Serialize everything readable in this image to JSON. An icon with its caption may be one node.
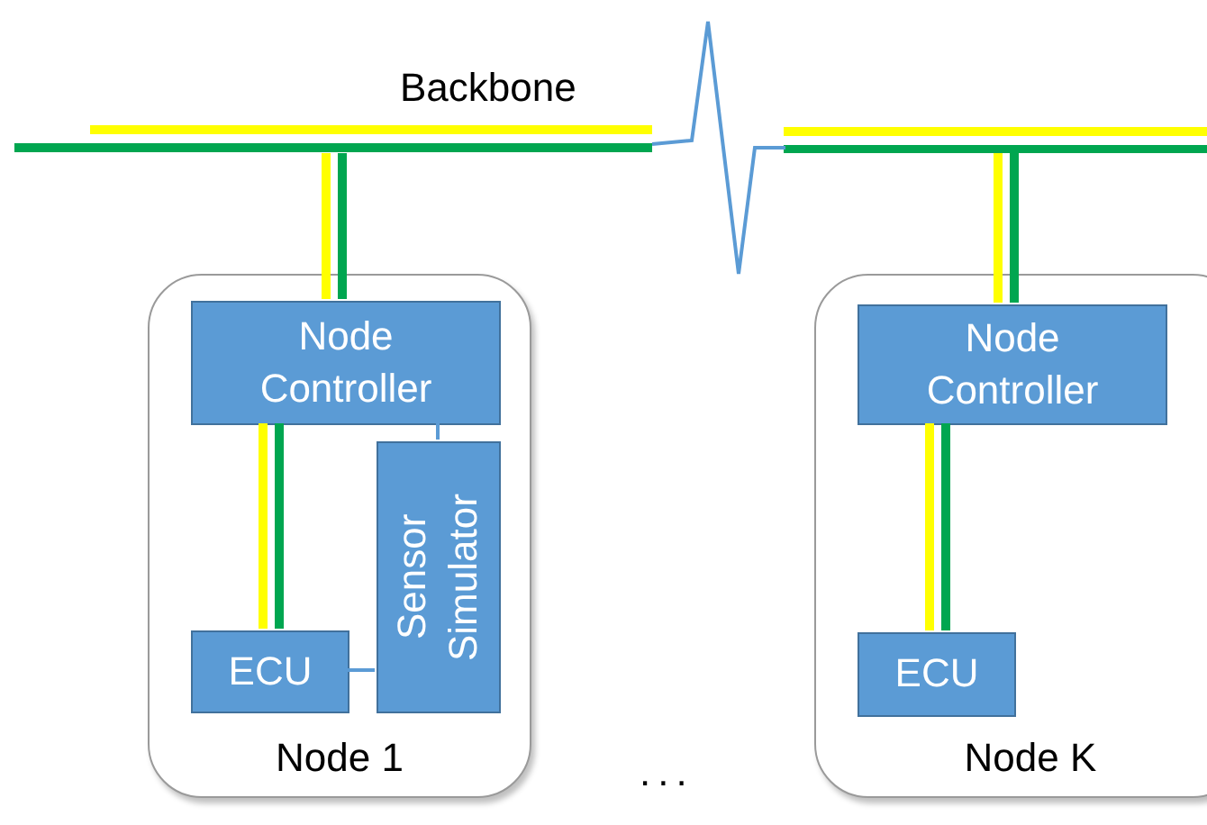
{
  "diagram": {
    "nodes": [
      {
        "text": [
          "Backbone"
        ]
      },
      {
        "text": [
          "Node 1"
        ]
      },
      {
        "text": [
          "Node Controller"
        ],
        "in": 1
      },
      {
        "text": [
          "Sensor Simulator"
        ],
        "in": 1
      },
      {
        "text": [
          "ECU"
        ],
        "in": 1
      },
      {
        "text": [
          "Node K"
        ]
      },
      {
        "text": [
          "Node Controller"
        ],
        "in": 5
      },
      {
        "text": [
          "ECU"
        ],
        "in": 5
      }
    ],
    "edges": [
      {
        "from": 0,
        "to": 2,
        "arrow": "none"
      },
      {
        "from": 2,
        "to": 4,
        "arrow": "none"
      },
      {
        "from": 2,
        "to": 3,
        "arrow": "none",
        "color": "#5b9bd5"
      },
      {
        "from": 4,
        "to": 3,
        "arrow": "none",
        "color": "#5b9bd5"
      },
      {
        "from": 0,
        "to": 6,
        "arrow": "none"
      },
      {
        "from": 6,
        "to": 7,
        "arrow": "none"
      }
    ],
    "labels": [
      "..."
    ]
  }
}
